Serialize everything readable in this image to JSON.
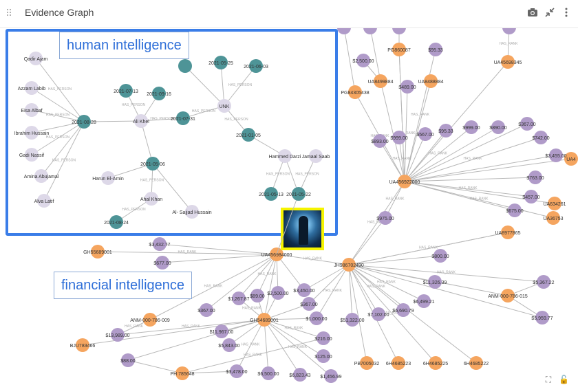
{
  "header": {
    "title": "Evidence Graph",
    "icons": [
      "drag-handle-icon",
      "camera-icon",
      "collapse-icon",
      "kebab-icon"
    ]
  },
  "annotations": {
    "human": "human intelligence",
    "financial": "financial intelligence"
  },
  "colors": {
    "person": "#ddd8e8",
    "date": "#4e9497",
    "amount": "#b09bc9",
    "account": "#f5a55f",
    "edge": "#b8b8b8",
    "highlight": "#3a7de8",
    "avatar_border": "#f6f400"
  },
  "graph": {
    "edge_label": "HAS_RANK",
    "person_edge_label": "HAS_PERSON",
    "people": [
      "Qadir Ajam",
      "Azzam Labib",
      "Eisa Albaf",
      "Ibrahim Hussain",
      "Gadi Nassif",
      "Amina Abujamal",
      "Alva Latif",
      "Ali Khel",
      "Harun El-Amin",
      "Ahal Khan",
      "Al- Sajjad Hussain",
      "UNK",
      "Hammed Darzi",
      "Jamaal Saab"
    ],
    "dates": [
      "2021-08-28",
      "2021-07-13",
      "2021-09-16",
      "2021-07-31",
      "2021-05-25",
      "2021-06-03",
      "2021-01-05",
      "2021-05-06",
      "2021-05-13",
      "2021-05-22",
      "2021-08-24"
    ],
    "accounts": [
      "PG860087",
      "UA45698345",
      "UA8499884",
      "UA8488884",
      "PG84305438",
      "UA456922000",
      "UA634261",
      "UA36753",
      "UA8977865",
      "GH55689001",
      "UA456984000",
      "JH986702490",
      "ANM-000-786-015",
      "ANM-000-786-009",
      "GH54689001",
      "BJU783466",
      "PH 785648",
      "PB7005032",
      "6H4685223",
      "6H4685225",
      "6H4685222",
      "UA4"
    ],
    "amounts": [
      "$95.33",
      "$2,500.00",
      "$489.00",
      "$893.00",
      "$999.00",
      "$567.00",
      "$95.33",
      "$999.00",
      "$890.00",
      "$367.00",
      "$742.00",
      "$3,455.00",
      "$763.00",
      "$457.00",
      "$675.00",
      "$975.00",
      "$3,432.77",
      "$677.00",
      "$800.00",
      "$11,326.39",
      "$5,367.22",
      "$6,499.21",
      "$5,959.77",
      "$3,450.00",
      "$2,500.00",
      "$89.00",
      "$1,267.87",
      "$367.00",
      "$367.00",
      "$1,000.00",
      "$51,322.00",
      "$7,102.00",
      "$6,690.79",
      "$11,967.00",
      "$13,989.00",
      "$5,843.00",
      "$216.00",
      "$125.00",
      "$88.00",
      "$3,478.00",
      "$6,500.00",
      "$6,823.43",
      "$1,456.99"
    ]
  }
}
